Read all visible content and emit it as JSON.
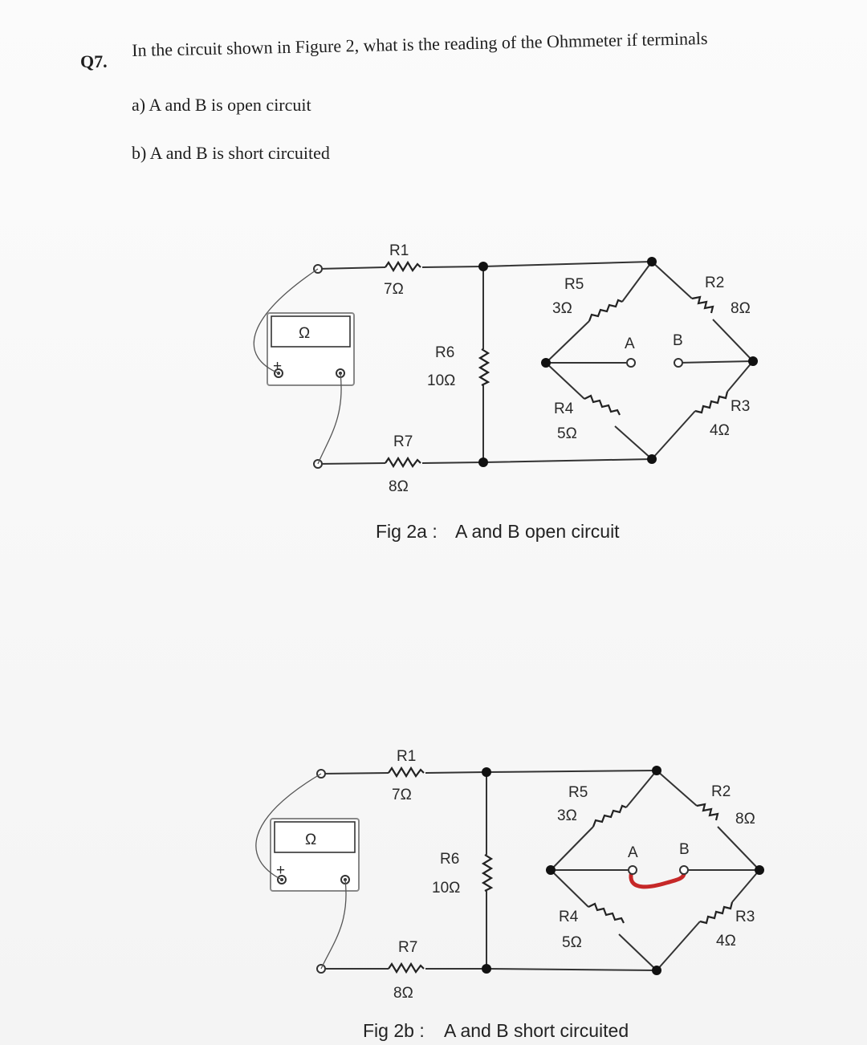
{
  "question": {
    "number": "Q7.",
    "text": "In the circuit shown in Figure 2, what is the reading of the Ohmmeter if terminals",
    "option_a": "a)  A and B is open circuit",
    "option_b": "b)  A and B is short circuited"
  },
  "fig_a": {
    "caption_id": "Fig 2a :",
    "caption_text": "A and B open circuit",
    "meter_symbol": "Ω",
    "r1": "R1",
    "r1_val": "7Ω",
    "r2": "R2",
    "r2_val": "8Ω",
    "r3": "R3",
    "r3_val": "4Ω",
    "r4": "R4",
    "r4_val": "5Ω",
    "r5": "R5",
    "r5_val": "3Ω",
    "r6": "R6",
    "r6_val": "10Ω",
    "r7": "R7",
    "r7_val": "8Ω",
    "term_a": "A",
    "term_b": "B",
    "plus": "+"
  },
  "fig_b": {
    "caption_id": "Fig 2b :",
    "caption_text": "A and B short circuited",
    "meter_symbol": "Ω",
    "r1": "R1",
    "r1_val": "7Ω",
    "r2": "R2",
    "r2_val": "8Ω",
    "r3": "R3",
    "r3_val": "4Ω",
    "r4": "R4",
    "r4_val": "5Ω",
    "r5": "R5",
    "r5_val": "3Ω",
    "r6": "R6",
    "r6_val": "10Ω",
    "r7": "R7",
    "r7_val": "8Ω",
    "term_a": "A",
    "term_b": "B",
    "plus": "+",
    "short_color": "#c62828"
  }
}
